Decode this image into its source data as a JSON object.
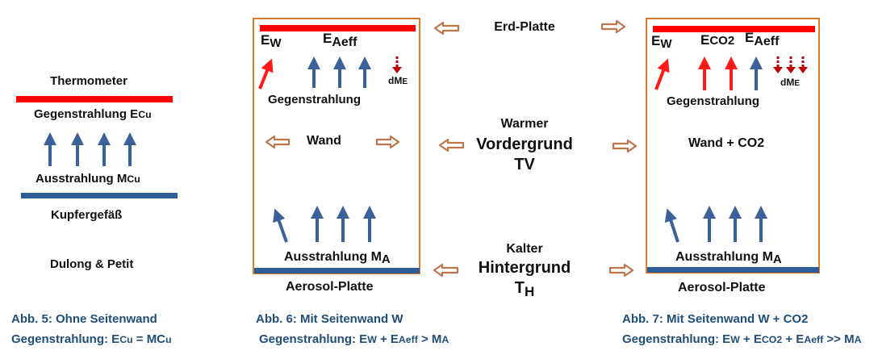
{
  "colors": {
    "blue_arrow": "#3a6199",
    "red_arrow": "#ff1a1a",
    "dark_red_arrow": "#c00000",
    "box_border": "#e07b2a",
    "thermometer_bar": "#ff0000",
    "plate_bar": "#2e5c96",
    "hollow_arrow": "#c0754a",
    "caption_blue": "#1f4e79"
  },
  "fig5": {
    "thermometer": "Thermometer",
    "gegenstrahlung_label": "Gegenstrahlung E",
    "gegenstrahlung_sub": "Cu",
    "ausstrahlung_label": "Ausstrahlung M",
    "ausstrahlung_sub": "Cu",
    "vessel": "Kupfergefäß",
    "author": "Dulong & Petit",
    "caption_title": "Abb. 5: Ohne Seitenwand",
    "caption_formula_prefix": "Gegenstrahlung: E",
    "caption_formula_sub1": "Cu",
    "caption_formula_mid": " = MC",
    "caption_formula_sub2": "u",
    "up_arrows": 4
  },
  "fig6": {
    "ew_main": "E",
    "ew_sub": "W",
    "eaeff_main": "E",
    "eaeff_sub": "Aeff",
    "dme_main": "dM",
    "dme_sub": "E",
    "gegenstrahlung": "Gegenstrahlung",
    "wall": "Wand",
    "ausstrahlung_label": "Ausstrahlung M",
    "ausstrahlung_sub": "A",
    "plate": "Aerosol-Platte",
    "caption_title": "Abb. 6: Mit  Seitenwand W",
    "caption_formula": {
      "prefix": "Gegenstrahlung: E",
      "s1": "W",
      "m1": " + E",
      "s2": "Aeff",
      "m2": " > M",
      "s3": "A"
    }
  },
  "center": {
    "earth_plate": "Erd-Platte",
    "warm_line1": "Warmer",
    "warm_line2": "Vordergrund",
    "warm_line3_main": "T",
    "warm_line3_sub": "V",
    "cold_line1": "Kalter",
    "cold_line2": "Hintergrund",
    "cold_line3_main": "T",
    "cold_line3_sub": "H"
  },
  "fig7": {
    "ew_main": "E",
    "ew_sub": "W",
    "eco2_main": "E",
    "eco2_sub": "CO2",
    "eaeff_main": "E",
    "eaeff_sub": "Aeff",
    "dme_main": "dM",
    "dme_sub": "E",
    "gegenstrahlung": "Gegenstrahlung",
    "wall": "Wand + CO2",
    "ausstrahlung_label": "Ausstrahlung M",
    "ausstrahlung_sub": "A",
    "plate": "Aerosol-Platte",
    "caption_title": "Abb. 7: Mit Seitenwand W + CO2",
    "caption_formula": {
      "prefix": "Gegenstrahlung: E",
      "s1": "W",
      "m1": " + E",
      "s2": "CO2",
      "m2": " + E",
      "s3": "Aeff",
      "m3": " >> M",
      "s4": "A"
    }
  }
}
